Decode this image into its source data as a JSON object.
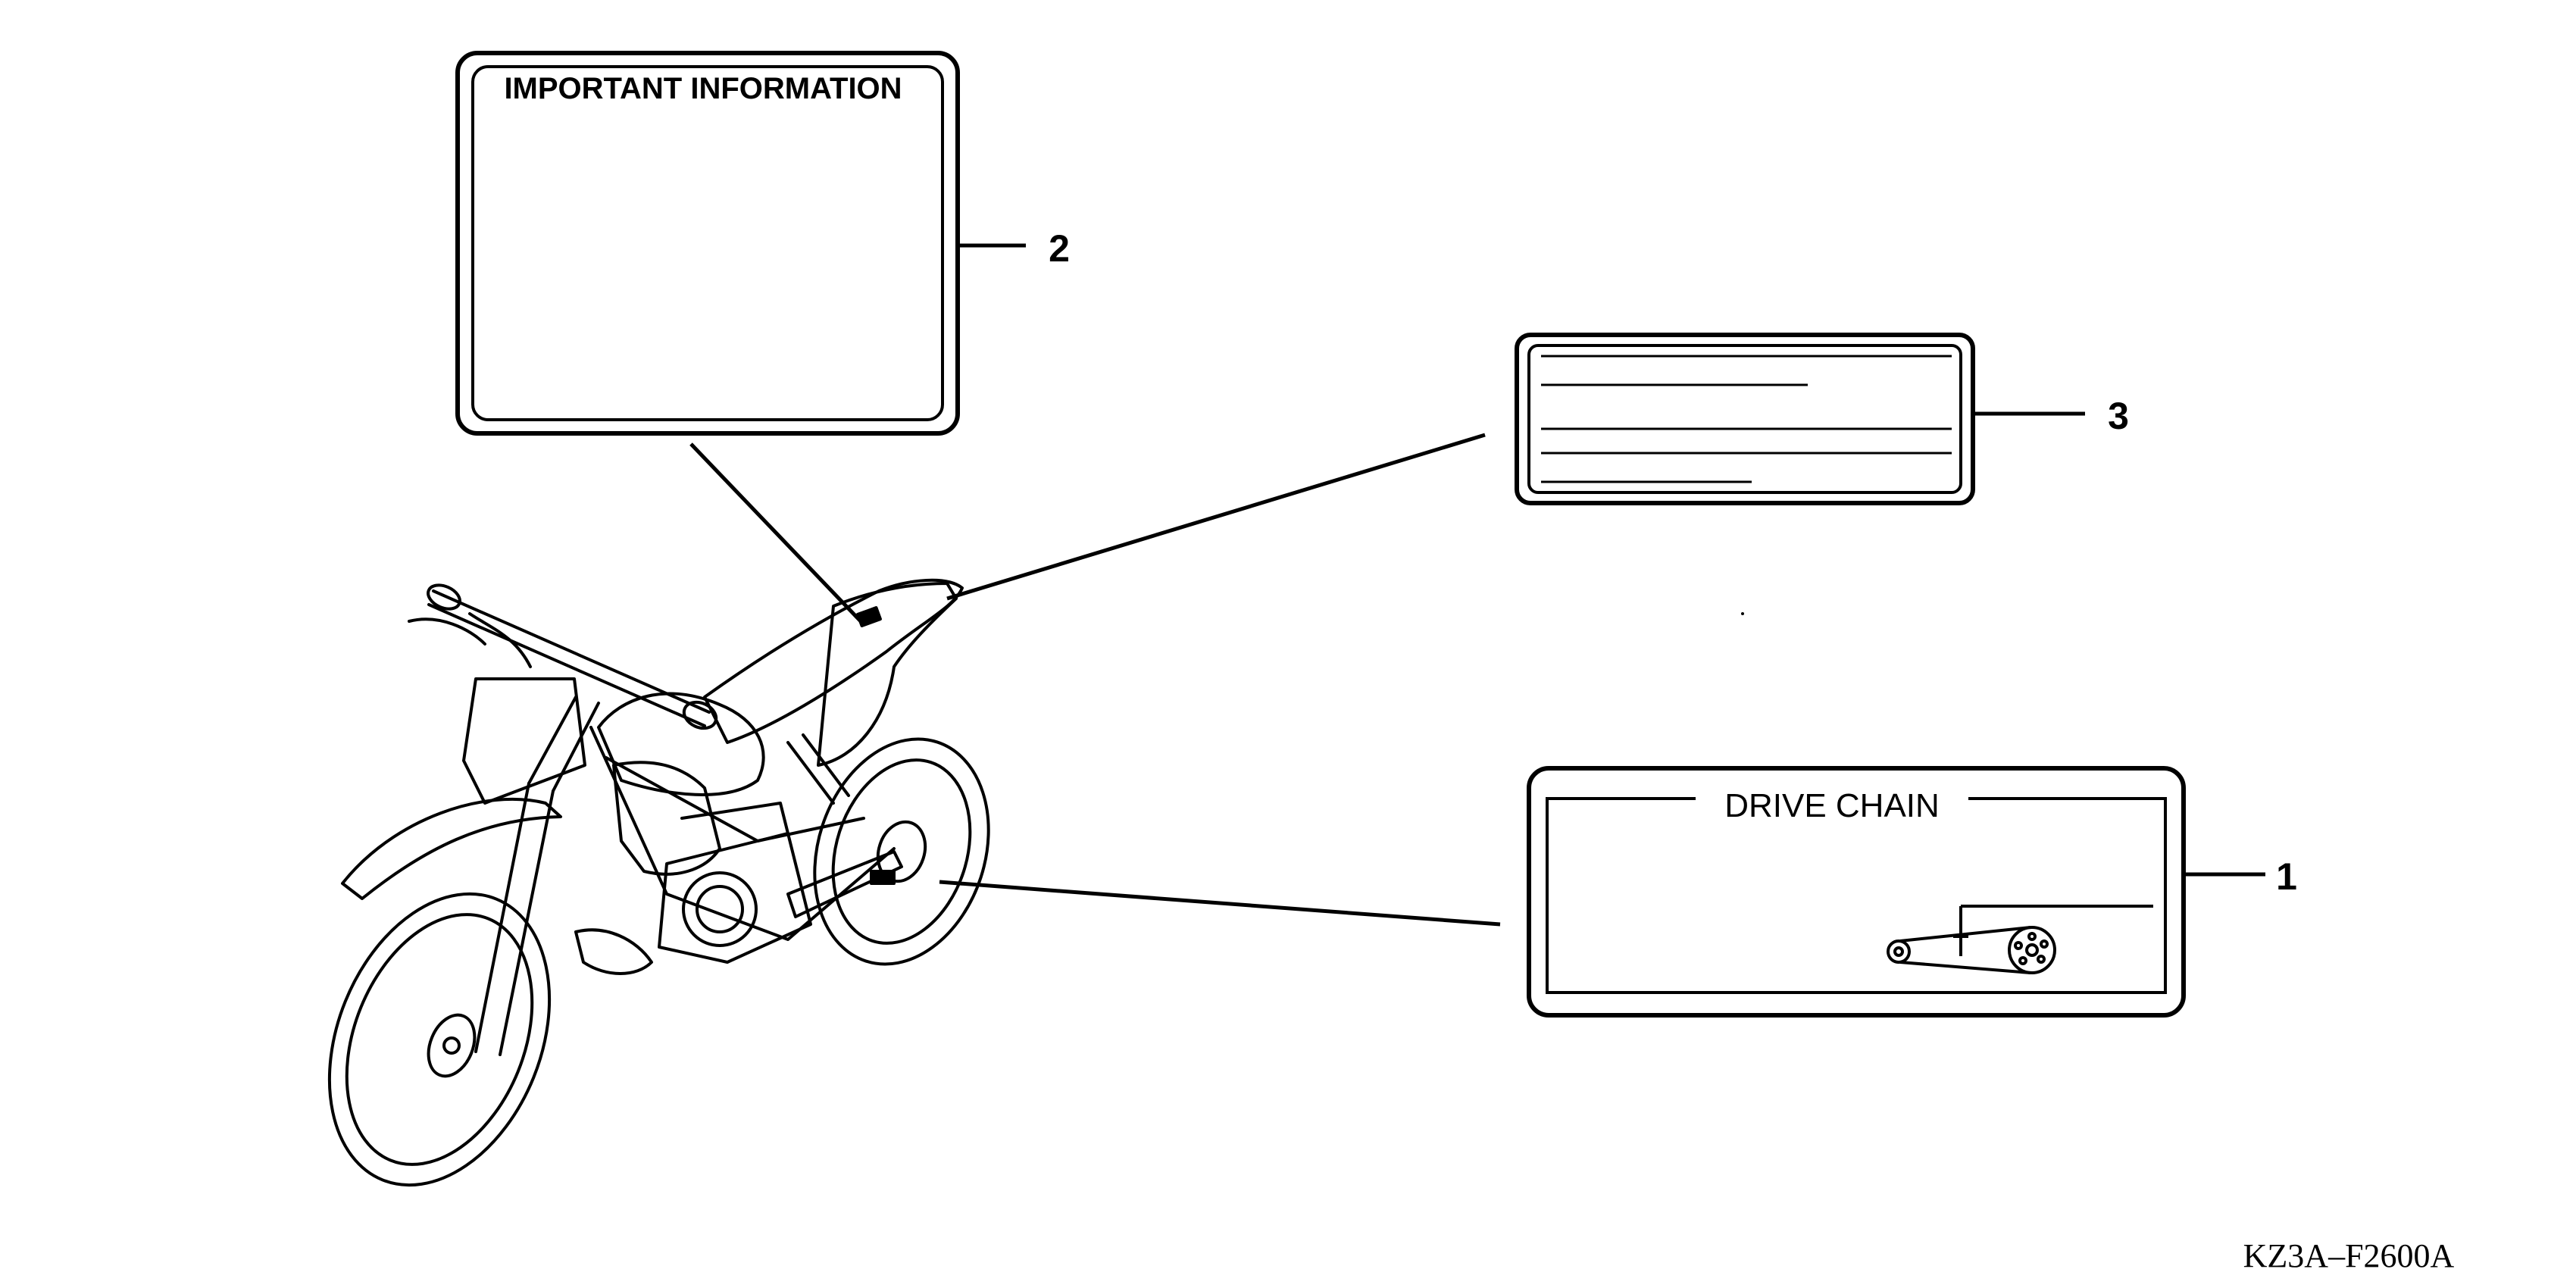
{
  "labels": {
    "important_info_title": "IMPORTANT INFORMATION",
    "drive_chain_title": "DRIVE CHAIN"
  },
  "callouts": {
    "drive_chain_num": "1",
    "important_info_num": "2",
    "blank_label_num": "3"
  },
  "diagram_code": "KZ3A–F2600A",
  "colors": {
    "line": "#000000",
    "background": "#ffffff"
  }
}
